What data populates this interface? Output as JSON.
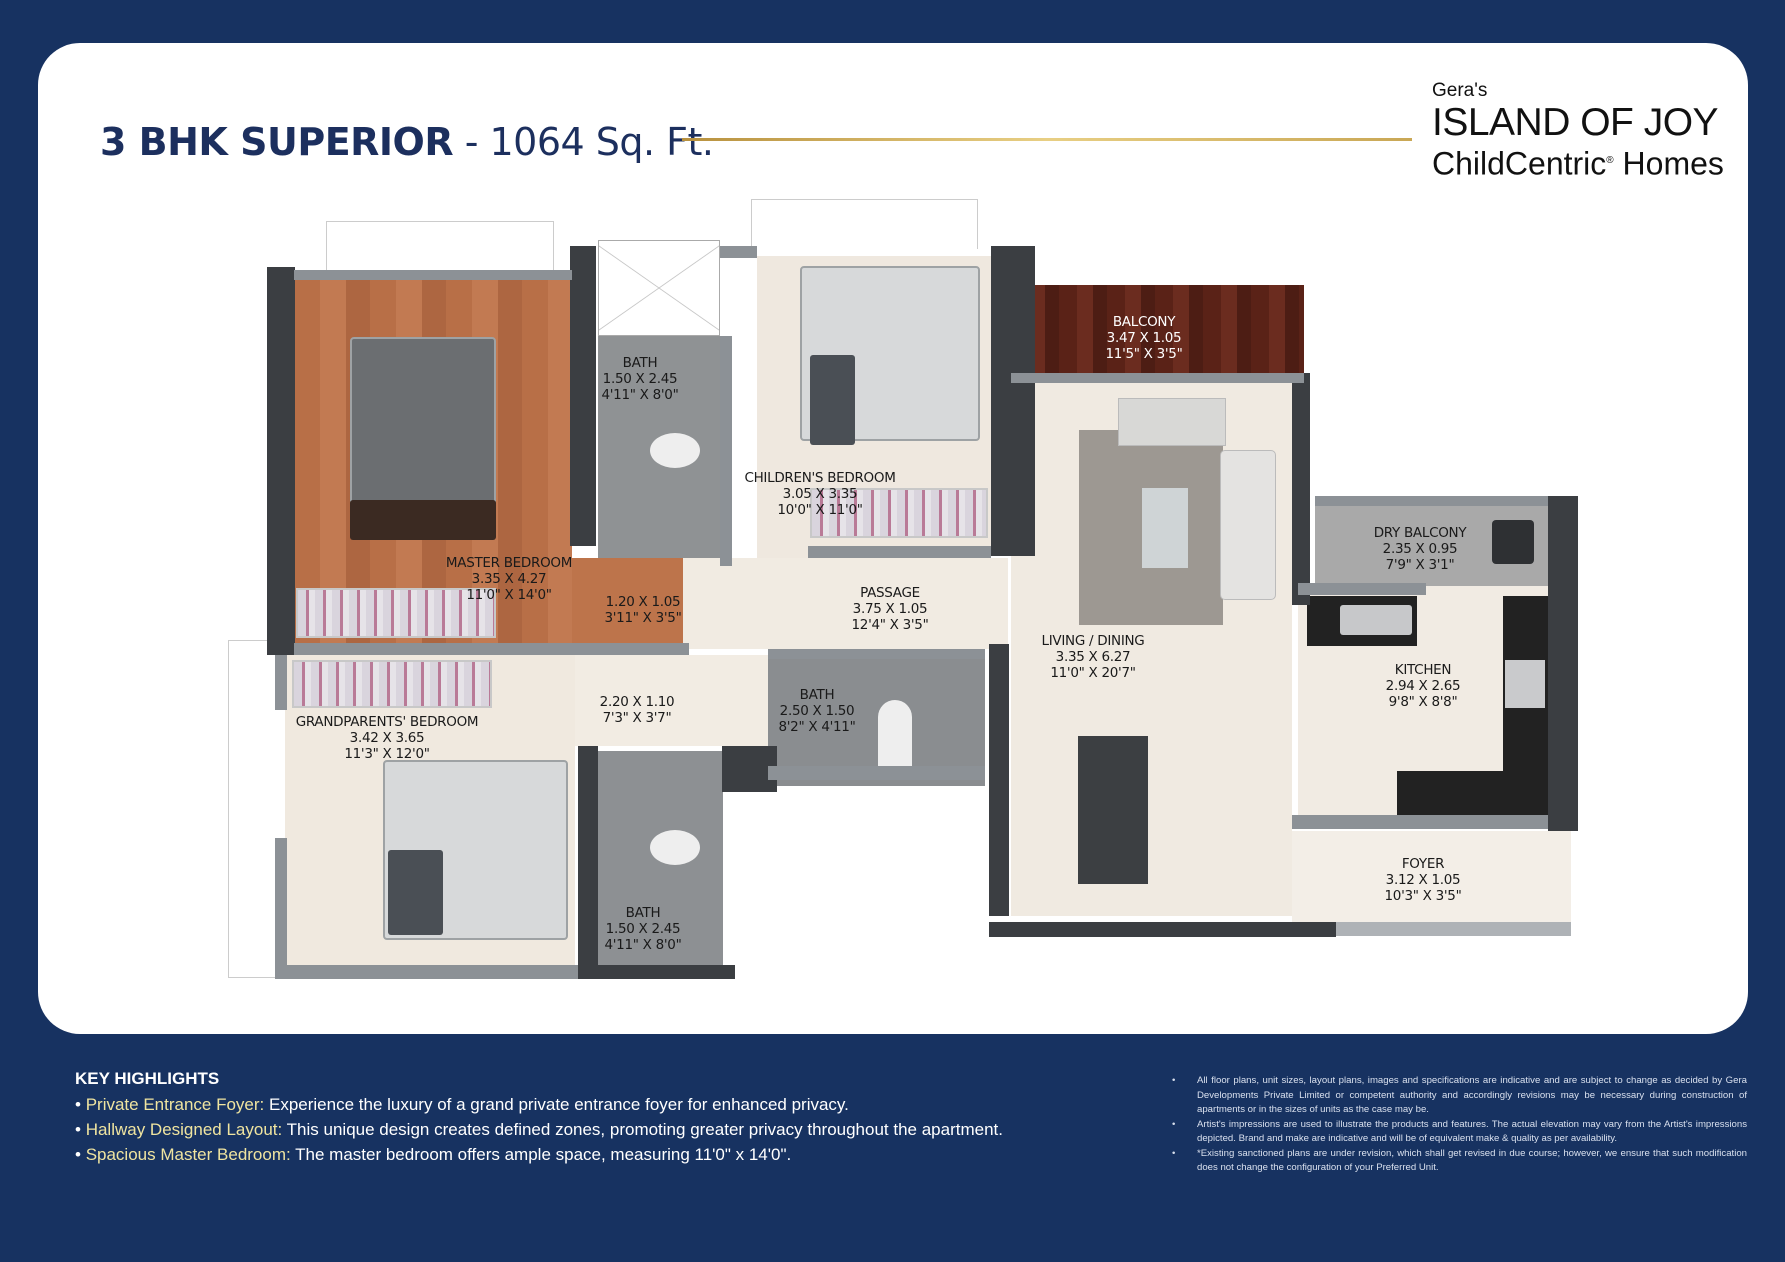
{
  "header": {
    "title_bold": "3 BHK SUPERIOR",
    "title_rest": " - 1064 Sq. Ft."
  },
  "logo": {
    "line1": "Gera's",
    "line2": "ISLAND OF JOY",
    "line3": "ChildCentric",
    "line3_mark": "®",
    "line3_end": " Homes"
  },
  "rooms": {
    "master_bedroom": {
      "name": "MASTER BEDROOM",
      "metric": "3.35 X 4.27",
      "imperial": "11'0\" X 14'0\""
    },
    "bath_1": {
      "name": "BATH",
      "metric": "1.50 X 2.45",
      "imperial": "4'11\" X 8'0\""
    },
    "childrens_bedroom": {
      "name": "CHILDREN'S BEDROOM",
      "metric": "3.05 X 3.35",
      "imperial": "10'0\" X 11'0\""
    },
    "balcony": {
      "name": "BALCONY",
      "metric": "3.47 X 1.05",
      "imperial": "11'5\" X 3'5\""
    },
    "dress_area": {
      "metric": "1.20 X 1.05",
      "imperial": "3'11\" X 3'5\""
    },
    "passage": {
      "name": "PASSAGE",
      "metric": "3.75 X 1.05",
      "imperial": "12'4\" X 3'5\""
    },
    "living_dining": {
      "name": "LIVING / DINING",
      "metric": "3.35 X 6.27",
      "imperial": "11'0\" X 20'7\""
    },
    "dry_balcony": {
      "name": "DRY BALCONY",
      "metric": "2.35 X 0.95",
      "imperial": "7'9\" X 3'1\""
    },
    "kitchen": {
      "name": "KITCHEN",
      "metric": "2.94 X 2.65",
      "imperial": "9'8\" X 8'8\""
    },
    "bath_2": {
      "name": "BATH",
      "metric": "2.50 X 1.50",
      "imperial": "8'2\" X 4'11\""
    },
    "hallway": {
      "metric": "2.20 X 1.10",
      "imperial": "7'3\" X 3'7\""
    },
    "grandparents_bedroom": {
      "name": "GRANDPARENTS' BEDROOM",
      "metric": "3.42 X 3.65",
      "imperial": "11'3\" X 12'0\""
    },
    "bath_3": {
      "name": "BATH",
      "metric": "1.50 X 2.45",
      "imperial": "4'11\" X 8'0\""
    },
    "foyer": {
      "name": "FOYER",
      "metric": "3.12 X 1.05",
      "imperial": "10'3\" X 3'5\""
    }
  },
  "highlights": {
    "heading": "KEY HIGHLIGHTS",
    "items": [
      {
        "key": "Private Entrance Foyer:",
        "text": " Experience the luxury of a grand private entrance foyer for enhanced privacy."
      },
      {
        "key": "Hallway Designed Layout:",
        "text": " This unique design creates defined zones, promoting greater privacy throughout the apartment."
      },
      {
        "key": "Spacious Master Bedroom:",
        "text": " The master bedroom offers ample space, measuring 11'0\" x 14'0\"."
      }
    ]
  },
  "disclaimers": [
    "All floor plans, unit sizes, layout plans, images and specifications are indicative and are subject to change as decided by Gera Developments Private Limited or competent authority and accordingly revisions may be necessary during construction of apartments or in the sizes of units as the case may be.",
    "Artist's impressions are used to illustrate the products and features. The actual elevation may vary from the Artist's impressions depicted. Brand and make are indicative and will be of equivalent make & quality as per availability.",
    "*Existing sanctioned plans are under revision, which shall get revised in due course; however, we ensure that such modification does not change the configuration of your Preferred Unit."
  ],
  "colors": {
    "background": "#173261",
    "title": "#1c2f5e",
    "highlight_key": "#efe4a0",
    "gold": "#c9a755"
  }
}
